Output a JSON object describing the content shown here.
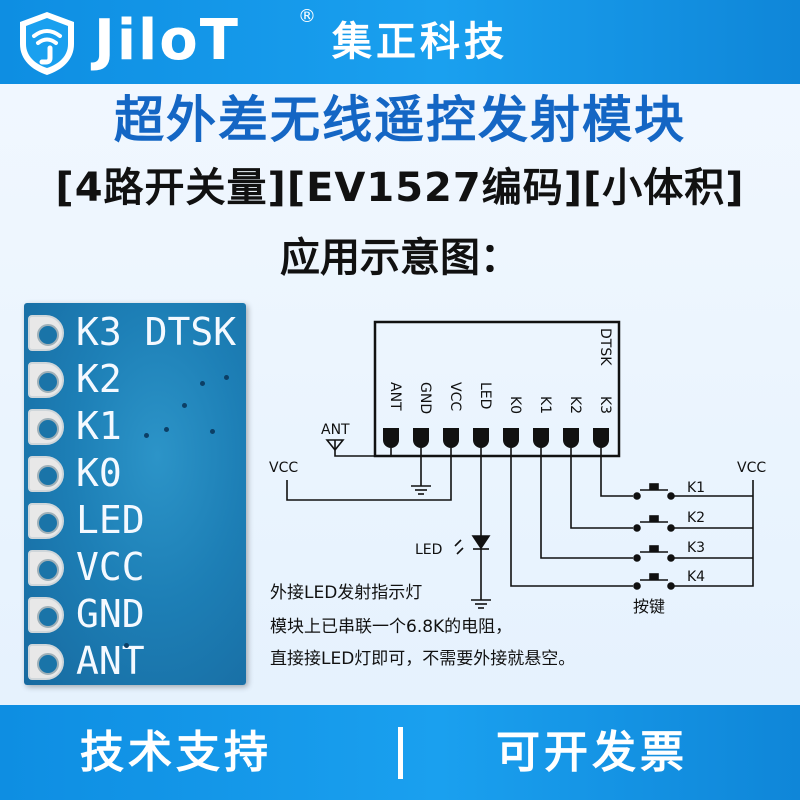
{
  "header": {
    "brand": "JiloT",
    "registered": "®",
    "company": "集正科技",
    "logo_icon": "shield-wifi-logo"
  },
  "title": "超外差无线遥控发射模块",
  "tags": "[4路开关量][EV1527编码][小体积]",
  "subtitle": "应用示意图：",
  "module": {
    "pins": [
      "K3 DTSK",
      "K2",
      "K1",
      "K0",
      "LED",
      "VCC",
      "GND",
      "ANT"
    ]
  },
  "schematic": {
    "chip_pins": [
      "ANT",
      "GND",
      "VCC",
      "LED",
      "K0",
      "K1",
      "K2",
      "K3"
    ],
    "chip_label": "DTSK",
    "ant_label": "ANT",
    "vcc_left": "VCC",
    "vcc_right": "VCC",
    "led_label": "LED",
    "keys": [
      "K1",
      "K2",
      "K3",
      "K4"
    ],
    "keys_label": "按键"
  },
  "notes": [
    "外接LED发射指示灯",
    "模块上已串联一个6.8K的电阻，",
    "直接接LED灯即可，不需要外接就悬空。"
  ],
  "footer": {
    "left": "技术支持",
    "right": "可开发票"
  },
  "colors": {
    "brand_blue": "#1aa0ef",
    "title_blue": "#1466c4",
    "board_blue": "#1d7fb6"
  }
}
